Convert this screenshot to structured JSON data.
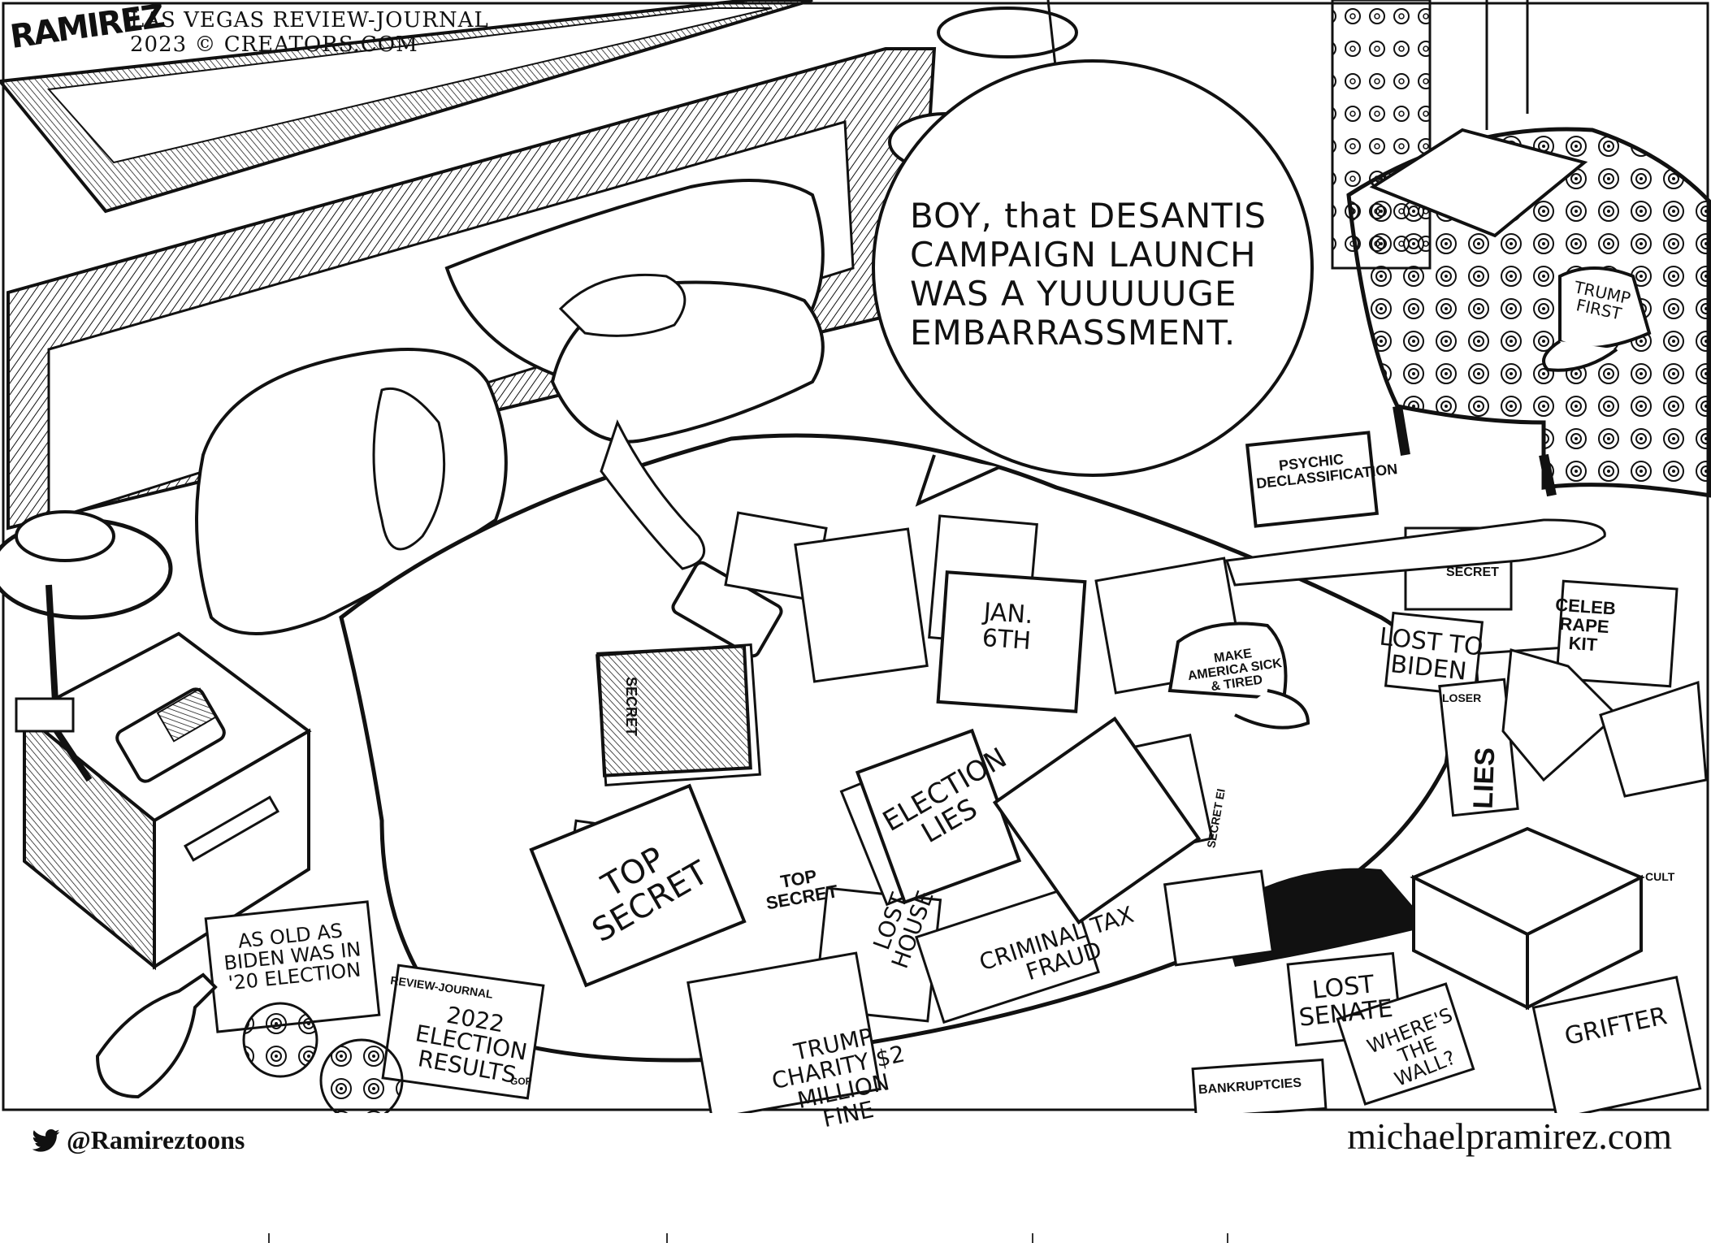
{
  "credit": {
    "signature": "RAMIREZ",
    "line1": "LAS VEGAS REVIEW-JOURNAL",
    "line2": "2023 © CREATORS.COM"
  },
  "speech_bubble": {
    "line1": "BOY, that DESANTIS",
    "line2": "CAMPAIGN LAUNCH",
    "line3": "WAS A YUUUUUGE",
    "line4": "EMBARRASSMENT."
  },
  "labels": {
    "psychic": "PSYCHIC DECLASSIFICATION",
    "trump_first": "TRUMP FIRST",
    "jan6": "JAN. 6TH",
    "make_america": "MAKE AMERICA SICK & TIRED",
    "secret_folder": "SECRET",
    "secret_card": "SECRET",
    "celeb": "CELEB RAPE KIT",
    "lost_to_biden": "LOST to BIDEN",
    "loser": "LOSER",
    "lies": "LIES",
    "top_secret_big": "TOP SECRET",
    "top_secret_small": "TOP SECRET",
    "election_lies": "ELECTION LIES",
    "secret_ei": "SECRET EI",
    "criminal_tax_fraud": "CRIMINAL TAX FRAUD",
    "lost_house": "LOST HOUSE",
    "as_old_as": "AS OLD AS BIDEN WAS in '20 ELECTION",
    "election_results": "2022 ELECTION RESULTS",
    "review_journal": "REVIEW-JOURNAL",
    "trump_charity": "TRUMP CHARITY $2 MILLION FINE",
    "lost_senate": "LOST SENATE",
    "wheres_wall": "WHERE'S the WALL?",
    "grifter": "GRIFTER",
    "bankruptcies": "BANKRUPTCIES",
    "cult": "CULT",
    "gop": "GOP"
  },
  "footer": {
    "twitter_handle": "@Ramireztoons",
    "website": "michaelpramirez.com"
  },
  "colors": {
    "ink": "#111111",
    "paper": "#ffffff"
  },
  "icons": {
    "twitter": "twitter-bird-icon"
  }
}
